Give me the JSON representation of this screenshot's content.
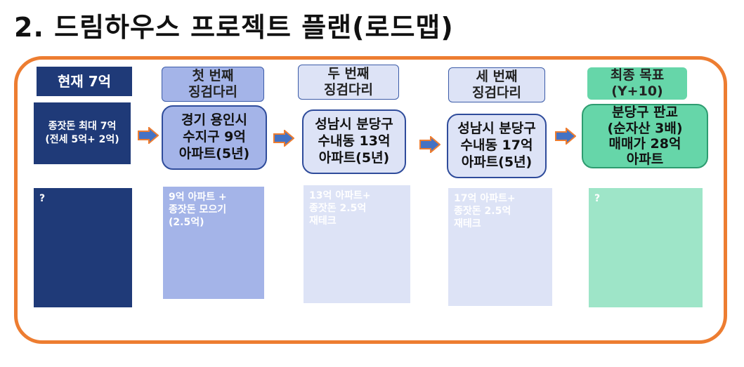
{
  "title": "2. 드림하우스 프로젝트 플랜(로드맵)",
  "columns": [
    {
      "head": "현재 7억",
      "body": "종잣돈 최대 7억\n(전세 5억+ 2억)",
      "panel": "?"
    },
    {
      "head": "첫 번째\n징검다리",
      "body": "경기 용인시\n수지구 9억\n아파트(5년)",
      "panel": "9억 아파트 +\n종잣돈 모으기\n(2.5억)"
    },
    {
      "head": "두 번째\n징검다리",
      "body": "성남시 분당구\n수내동 13억\n아파트(5년)",
      "panel": "13억 아파트+\n종잣돈 2.5억\n재테크"
    },
    {
      "head": "세 번째\n징검다리",
      "body": "성남시 분당구\n수내동 17억\n아파트(5년)",
      "panel": "17억 아파트+\n종잣돈 2.5억\n재테크"
    },
    {
      "head": "최종 목표\n(Y+10)",
      "body": "분당구 판교\n(순자산 3배)\n매매가 28억\n아파트",
      "panel": "?"
    }
  ],
  "colors": {
    "frame": "#ED7D31",
    "arrow": "#ED7D31",
    "arrow_inner": "#4472C4",
    "navy": "#1F3A78",
    "blue1": "#A4B4E8",
    "blue2": "#DDE3F6",
    "green": "#66D6A9",
    "green_light": "#9EE5C8"
  }
}
